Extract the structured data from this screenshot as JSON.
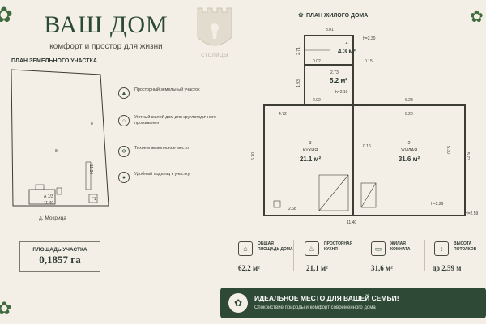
{
  "header": {
    "title": "ВАШ ДОМ",
    "subtitle": "комфорт и простор для жизни"
  },
  "logo": {
    "text": "СТОЛИЦЫ",
    "icon": "castle-keyhole-icon"
  },
  "land": {
    "section_title": "ПЛАН ЗЕМЕЛЬНОГО УЧАСТКА",
    "location": "д. Мокрица",
    "plot_labels": {
      "house": "А 1/3",
      "house_dims": "11.40",
      "shed": "Г1",
      "side_dim": "11.24",
      "marker_a": "8",
      "marker_b": "8"
    }
  },
  "features": [
    {
      "icon": "tree-icon",
      "text": "Просторный земельный участок"
    },
    {
      "icon": "house-icon",
      "text": "Уютный жилой дом для круглогодичного проживания"
    },
    {
      "icon": "bird-icon",
      "text": "Тихое и живописное место"
    },
    {
      "icon": "location-pin-icon",
      "text": "Удобный подъезд к участку"
    }
  ],
  "plot_area": {
    "label": "ПЛОЩАДЬ УЧАСТКА",
    "value": "0,1857 га"
  },
  "floor_plan": {
    "section_title": "ПЛАН ЖИЛОГО ДОМА",
    "rooms": [
      {
        "number": "4",
        "area": "4.3 м²"
      },
      {
        "number": "",
        "area": "5.2 м²"
      },
      {
        "number": "3",
        "name": "КУХНЯ",
        "area": "21.1 м²"
      },
      {
        "number": "2",
        "name": "ЖИЛАЯ",
        "area": "31.6 м²"
      }
    ],
    "dims": {
      "d301": "3.01",
      "h230": "h=2.30",
      "d271": "2.71",
      "d002": "0.02",
      "d015": "0.15",
      "d273": "2.73",
      "d193": "1.93",
      "h210": "h=2.10",
      "d202": "2.02",
      "d472": "4.72",
      "d623": "6.23",
      "d620": "6.20",
      "d530a": "5.30",
      "d016": "0.16",
      "d530b": "5.30",
      "d573": "5.73",
      "h229": "h=2.29",
      "d268": "2.68",
      "h259": "H=2.59",
      "d1140": "11.40"
    }
  },
  "stats": [
    {
      "icon": "house-area-icon",
      "label": "ОБЩАЯ ПЛОЩАДЬ ДОМА",
      "value": "62,2 м²"
    },
    {
      "icon": "chef-hat-icon",
      "label": "ПРОСТОРНАЯ КУХНЯ",
      "value": "21,1 м²"
    },
    {
      "icon": "sofa-icon",
      "label": "ЖИЛАЯ КОМНАТА",
      "value": "31,6 м²"
    },
    {
      "icon": "ceiling-height-icon",
      "label": "ВЫСОТА ПОТОЛКОВ",
      "value": "до 2,59 м"
    }
  ],
  "banner": {
    "icon": "leaf-icon",
    "title": "ИДЕАЛЬНОЕ МЕСТО ДЛЯ ВАШЕЙ СЕМЬИ!",
    "subtitle": "Спокойствие природы и комфорт современного дома"
  },
  "colors": {
    "background": "#f3efe7",
    "accent_green": "#2e4a36",
    "text_dark": "#2f3a32"
  }
}
